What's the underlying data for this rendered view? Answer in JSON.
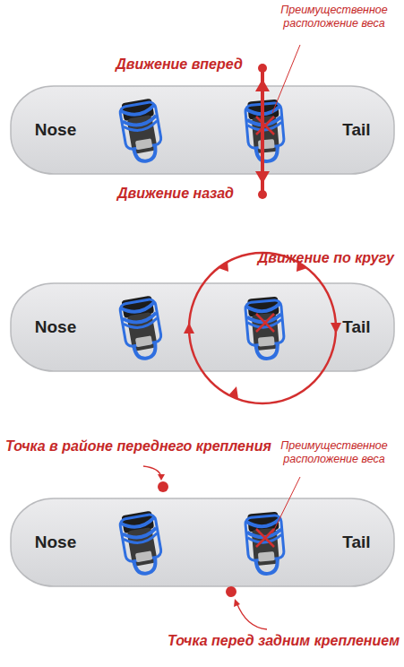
{
  "diagram": {
    "nodes": [
      {
        "text": [
          "Nose",
          "Tail"
        ]
      },
      {
        "text": [
          "Nose",
          "Tail"
        ]
      },
      {
        "text": [
          "Nose",
          "Tail"
        ]
      }
    ],
    "labels": [
      "Движение вперед",
      "Преимущественное расположение веса",
      "Движение назад",
      "Движение по кругу",
      "Точка в районе переднего крепления",
      "Преимущественное расположение веса",
      "Точка перед задним креплением"
    ]
  }
}
